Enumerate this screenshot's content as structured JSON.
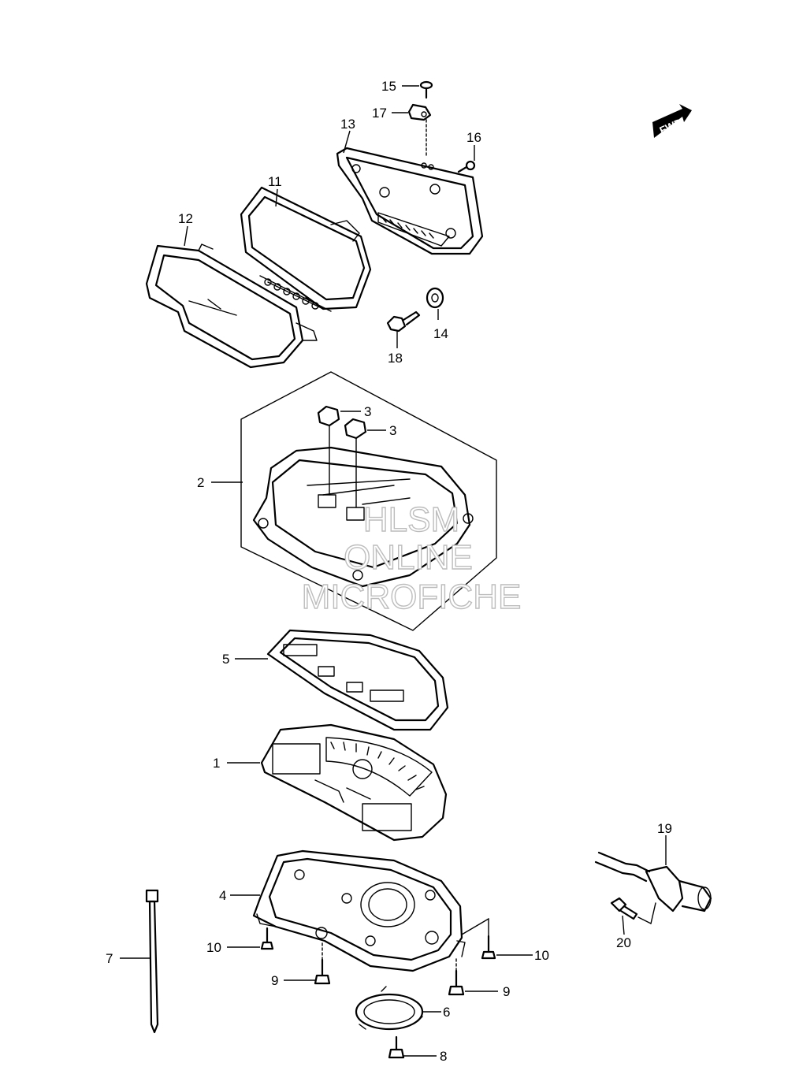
{
  "watermark": {
    "line1": "HLSM",
    "line2": "ONLINE",
    "line3": "MICROFICHE"
  },
  "direction_badge": "FWD",
  "callouts": [
    {
      "id": "1",
      "label": "1"
    },
    {
      "id": "2",
      "label": "2"
    },
    {
      "id": "3a",
      "label": "3"
    },
    {
      "id": "3b",
      "label": "3"
    },
    {
      "id": "4",
      "label": "4"
    },
    {
      "id": "5",
      "label": "5"
    },
    {
      "id": "6",
      "label": "6"
    },
    {
      "id": "7",
      "label": "7"
    },
    {
      "id": "8",
      "label": "8"
    },
    {
      "id": "9a",
      "label": "9"
    },
    {
      "id": "9b",
      "label": "9"
    },
    {
      "id": "10a",
      "label": "10"
    },
    {
      "id": "10b",
      "label": "10"
    },
    {
      "id": "11",
      "label": "11"
    },
    {
      "id": "12",
      "label": "12"
    },
    {
      "id": "13",
      "label": "13"
    },
    {
      "id": "14",
      "label": "14"
    },
    {
      "id": "15",
      "label": "15"
    },
    {
      "id": "16",
      "label": "16"
    },
    {
      "id": "17",
      "label": "17"
    },
    {
      "id": "18",
      "label": "18"
    },
    {
      "id": "19",
      "label": "19"
    },
    {
      "id": "20",
      "label": "20"
    }
  ]
}
